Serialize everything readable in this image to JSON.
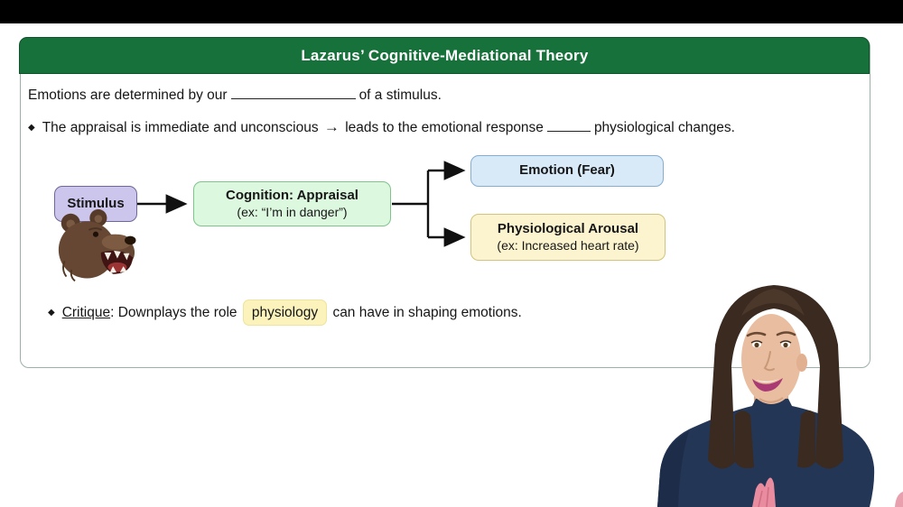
{
  "slide": {
    "title": "Lazarus’ Cognitive-Mediational Theory",
    "intro": {
      "pre": "Emotions are determined by our",
      "post": "of a stimulus."
    },
    "bullet": {
      "marker": "◆",
      "pre": "The appraisal is immediate and unconscious",
      "arrow": "→",
      "mid": "leads to the emotional response",
      "post": "physiological changes."
    },
    "diagram": {
      "stimulus_label": "Stimulus",
      "cognition_title": "Cognition: Appraisal",
      "cognition_example": "(ex: “I’m in danger”)",
      "emotion_label": "Emotion (Fear)",
      "arousal_title": "Physiological Arousal",
      "arousal_example": "(ex: Increased heart rate)"
    },
    "critique": {
      "marker": "◆",
      "label": "Critique",
      "pre": ": Downplays the role",
      "highlight": "physiology",
      "post": "can have in shaping emotions."
    },
    "colors": {
      "header_green": "#17713a",
      "stimulus_fill": "#ccc6ec",
      "cognition_fill": "#dcf8df",
      "emotion_fill": "#d8e9f8",
      "arousal_fill": "#fbf4cf",
      "highlight_yellow": "#fbf3bb",
      "letterbox_black": "#000000"
    }
  }
}
